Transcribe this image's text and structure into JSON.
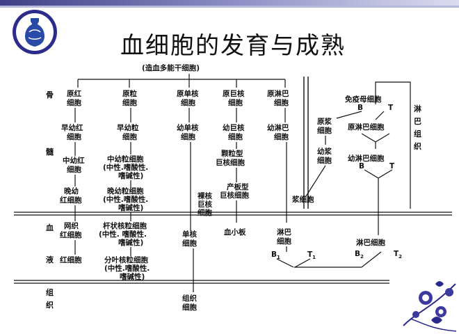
{
  "title": "血细胞的发育与成熟",
  "side_labels": {
    "marrow1": "骨",
    "marrow2": "髓",
    "blood1": "血",
    "blood2": "液",
    "tissue1": "组",
    "tissue2": "织",
    "lymph1": "淋",
    "lymph2": "巴",
    "lymph3": "组",
    "lymph4": "织"
  },
  "nodes": {
    "stem": "(造血多能干细胞)",
    "rbc1a": "原红",
    "rbc1b": "细胞",
    "rbc2a": "早幼红",
    "rbc2b": "细胞",
    "rbc3a": "中幼红",
    "rbc3b": "细胞",
    "rbc4a": "晚幼",
    "rbc4b": "红细胞",
    "rbc5a": "网织",
    "rbc5b": "红细胞",
    "rbc6": "红细胞",
    "gran1a": "原粒",
    "gran1b": "细胞",
    "gran2a": "早幼粒",
    "gran2b": "细胞",
    "gran3a": "中幼粒细胞",
    "gran3b": "(中性.嗜酸性.",
    "gran3c": "嗜碱性)",
    "gran4a": "晚幼粒细胞",
    "gran4b": "(中性.嗜酸性.",
    "gran4c": "嗜碱性)",
    "gran5a": "杆状核粒细胞",
    "gran5b": "(中性.   嗜酸性.",
    "gran5c": "嗜碱性)",
    "gran6a": "分叶核粒细胞",
    "gran6b": "(中性.嗜酸性.",
    "gran6c": "嗜碱性)",
    "mono1a": "原单核",
    "mono1b": "细胞",
    "mono2a": "幼单核",
    "mono2b": "细胞",
    "mono3a": "单核",
    "mono3b": "细胞",
    "mono4a": "组织",
    "mono4b": "细胞",
    "mega1a": "原巨核",
    "mega1b": "细胞",
    "mega2a": "幼巨核",
    "mega2b": "细胞",
    "mega3a": "颗粒型",
    "mega3b": "巨核细胞",
    "mega4a": "产板型",
    "mega4b": "巨核细胞",
    "nakeda": "裸核",
    "nakedb": "巨核",
    "nakedc": "细胞",
    "platelet": "血小板",
    "lym1a": "原淋巴",
    "lym1b": "细胞",
    "lym2a": "幼淋巴",
    "lym2b": "细胞",
    "lym3a": "淋巴",
    "lym3b": "细胞",
    "immune": "免疫母细胞",
    "b": "B",
    "t": "T",
    "plasma1a": "原浆",
    "plasma1b": "细胞",
    "plasma2a": "幼浆",
    "plasma2b": "细胞",
    "plasma3": "浆细胞",
    "lymr1": "原淋巴细胞",
    "lymr2": "幼淋巴细胞",
    "lymr3": "淋巴细胞",
    "b1": "B",
    "b1sub": "1",
    "t1": "T",
    "t1sub": "1",
    "b2": "B",
    "b2sub": "2",
    "t2": "T",
    "t2sub": "2"
  }
}
